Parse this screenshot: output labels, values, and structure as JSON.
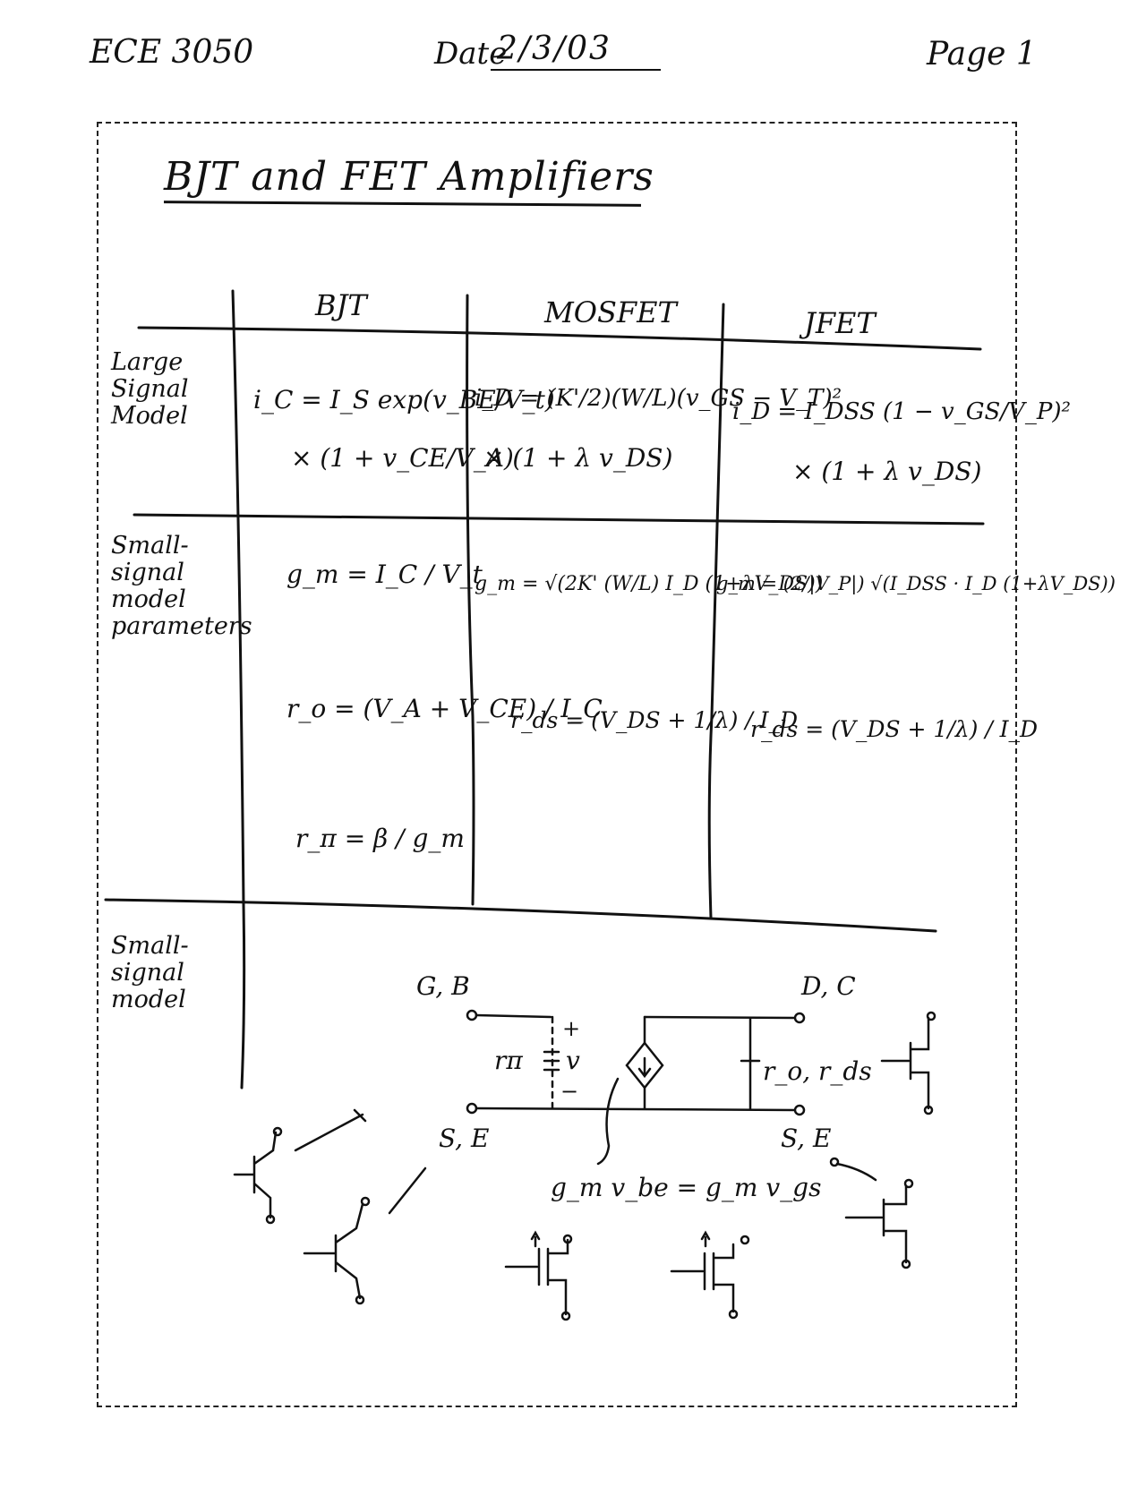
{
  "header": {
    "course": "ECE 3050",
    "date_label": "Date",
    "date_value": "2/3/03",
    "page": "Page 1"
  },
  "title": "BJT and FET Amplifiers",
  "table": {
    "columns": [
      "BJT",
      "MOSFET",
      "JFET"
    ],
    "rows": [
      {
        "label": "Large Signal Model",
        "cells": [
          [
            "i_C = I_S exp(v_BE/V_t)",
            "× (1 + v_CE/V_A)"
          ],
          [
            "i_D = (K'/2)(W/L)(v_GS − V_T)²",
            "× (1 + λ v_DS)"
          ],
          [
            "i_D = I_DSS (1 − v_GS/V_P)²",
            "× (1 + λ v_DS)"
          ]
        ]
      },
      {
        "label": "Small-signal model parameters",
        "cells": [
          [
            "g_m = I_C / V_t",
            "r_o = (V_A + V_CE) / I_C",
            "r_π = β / g_m"
          ],
          [
            "g_m = √(2K' (W/L) I_D (1+λV_DS))",
            "r_ds = (V_DS + 1/λ) / I_D"
          ],
          [
            "g_m = (2/|V_P|) √(I_DSS · I_D (1+λV_DS))",
            "r_ds = (V_DS + 1/λ) / I_D"
          ]
        ]
      },
      {
        "label": "Small-signal model"
      }
    ]
  },
  "circuit": {
    "node_top_left": "G, B",
    "node_top_right": "D, C",
    "node_bottom_left": "S, E",
    "node_bottom_right": "S, E",
    "r_pi": "rπ",
    "v_label": "v",
    "plus": "+",
    "minus": "−",
    "source_arrow": "↓",
    "r_out": "r_o, r_ds",
    "equation": "g_m v_be  =  g_m v_gs"
  }
}
